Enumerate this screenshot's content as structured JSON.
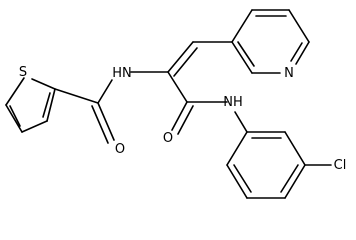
{
  "atoms": {
    "S": "S",
    "NH_amide1": "HN",
    "O_thiophene_carbonyl": "O",
    "O_amide2": "O",
    "NH_amide2": "NH",
    "N_pyridine": "N",
    "Cl": "Cl"
  }
}
